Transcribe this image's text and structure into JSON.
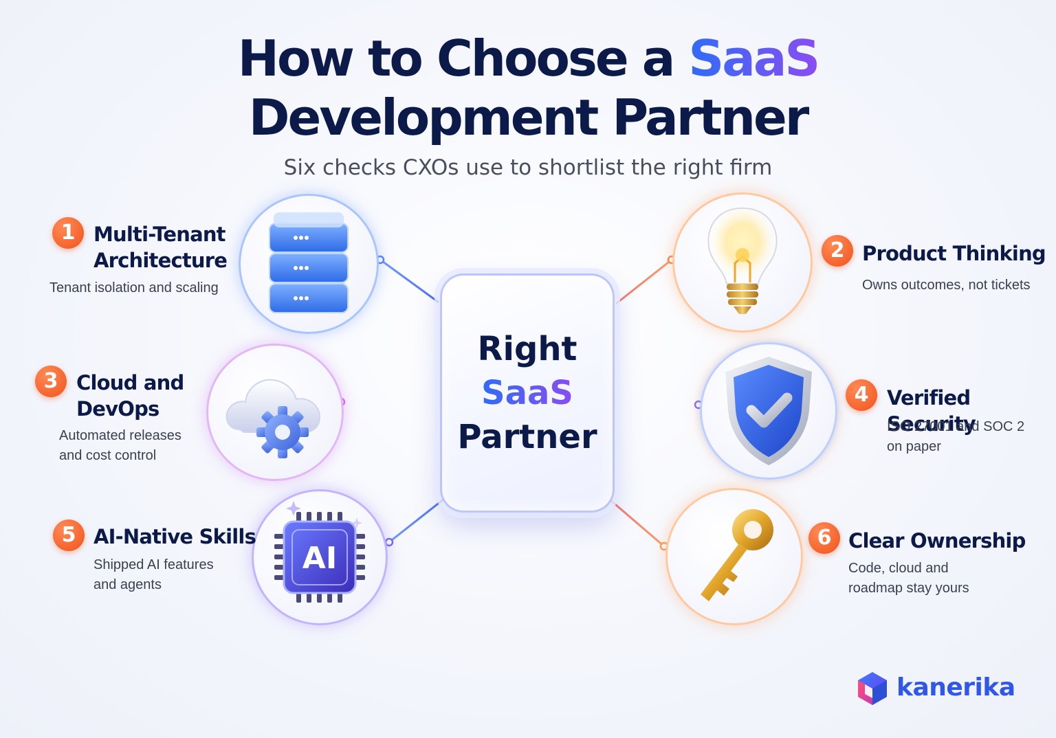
{
  "title": {
    "line1_prefix": "How to Choose a ",
    "line1_highlight": "SaaS",
    "line2": "Development Partner"
  },
  "subtitle": "Six checks CXOs use to shortlist the right firm",
  "center": {
    "line1": "Right",
    "line2": "SaaS",
    "line3": "Partner"
  },
  "checks": [
    {
      "number": "1",
      "title_line1": "Multi-Tenant",
      "title_line2": "Architecture",
      "desc_line1": "Tenant isolation and scaling",
      "desc_line2": "",
      "icon": "server-stack-icon"
    },
    {
      "number": "2",
      "title_line1": "Product Thinking",
      "title_line2": "",
      "desc_line1": "Owns outcomes, not tickets",
      "desc_line2": "",
      "icon": "lightbulb-icon"
    },
    {
      "number": "3",
      "title_line1": "Cloud and",
      "title_line2": "DevOps",
      "desc_line1": "Automated releases",
      "desc_line2": "and cost control",
      "icon": "cloud-gear-icon"
    },
    {
      "number": "4",
      "title_line1": "Verified Security",
      "title_line2": "",
      "desc_line1": "ISO 27001 and SOC 2",
      "desc_line2": "on paper",
      "icon": "shield-check-icon"
    },
    {
      "number": "5",
      "title_line1": "AI-Native Skills",
      "title_line2": "",
      "desc_line1": "Shipped AI features",
      "desc_line2": "and agents",
      "icon": "ai-chip-icon"
    },
    {
      "number": "6",
      "title_line1": "Clear Ownership",
      "title_line2": "",
      "desc_line1": "Code, cloud and",
      "desc_line2": "roadmap stay yours",
      "icon": "key-icon"
    }
  ],
  "chip_label": "AI",
  "brand": {
    "name": "kanerika",
    "logo_icon": "kanerika-cube-icon"
  },
  "colors": {
    "navy": "#0c1a4a",
    "accent_blue": "#2f6cf6",
    "accent_purple": "#8a4df2",
    "badge_orange": "#f0531c"
  }
}
